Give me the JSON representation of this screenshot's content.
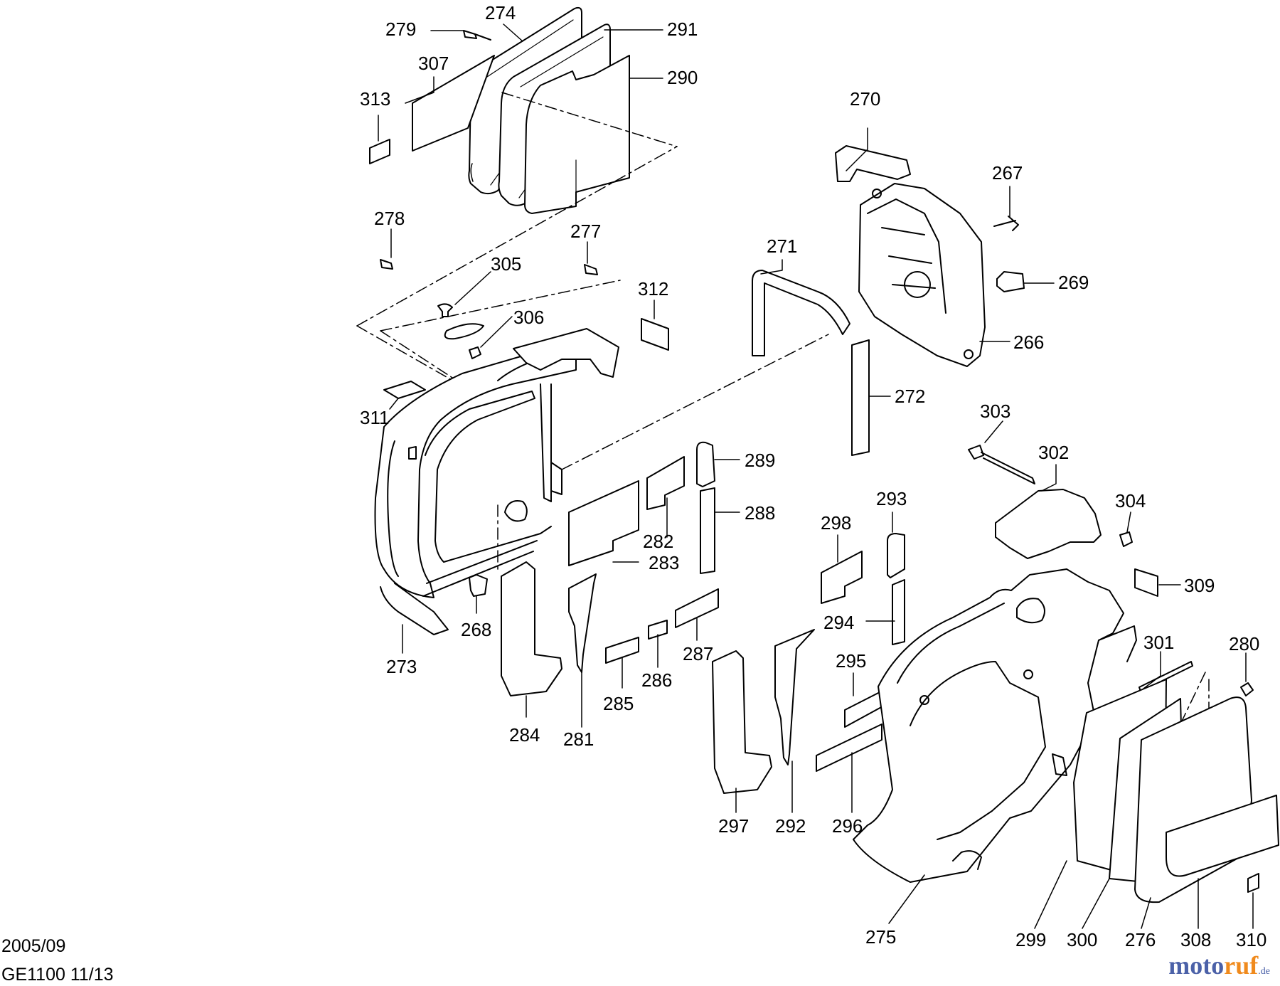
{
  "brand_colors": {
    "primary": "#4b61a8",
    "accent": "#f08a1c"
  },
  "footer": {
    "date": "2005/09",
    "model": "GE1100 11/13"
  },
  "logo": {
    "part1": "moto",
    "part2": "ruf",
    "tld": ".de"
  },
  "callouts": [
    {
      "id": "l279",
      "text": "279"
    },
    {
      "id": "l274",
      "text": "274"
    },
    {
      "id": "l291",
      "text": "291"
    },
    {
      "id": "l307",
      "text": "307"
    },
    {
      "id": "l290",
      "text": "290"
    },
    {
      "id": "l313",
      "text": "313"
    },
    {
      "id": "l270",
      "text": "270"
    },
    {
      "id": "l267",
      "text": "267"
    },
    {
      "id": "l278",
      "text": "278"
    },
    {
      "id": "l277",
      "text": "277"
    },
    {
      "id": "l305",
      "text": "305"
    },
    {
      "id": "l271",
      "text": "271"
    },
    {
      "id": "l312",
      "text": "312"
    },
    {
      "id": "l269",
      "text": "269"
    },
    {
      "id": "l306",
      "text": "306"
    },
    {
      "id": "l266",
      "text": "266"
    },
    {
      "id": "l311",
      "text": "311"
    },
    {
      "id": "l272",
      "text": "272"
    },
    {
      "id": "l303",
      "text": "303"
    },
    {
      "id": "l302",
      "text": "302"
    },
    {
      "id": "l289",
      "text": "289"
    },
    {
      "id": "l304",
      "text": "304"
    },
    {
      "id": "l293",
      "text": "293"
    },
    {
      "id": "l288",
      "text": "288"
    },
    {
      "id": "l298",
      "text": "298"
    },
    {
      "id": "l282",
      "text": "282"
    },
    {
      "id": "l283",
      "text": "283"
    },
    {
      "id": "l309",
      "text": "309"
    },
    {
      "id": "l268",
      "text": "268"
    },
    {
      "id": "l294",
      "text": "294"
    },
    {
      "id": "l301",
      "text": "301"
    },
    {
      "id": "l280",
      "text": "280"
    },
    {
      "id": "l287",
      "text": "287"
    },
    {
      "id": "l295",
      "text": "295"
    },
    {
      "id": "l273",
      "text": "273"
    },
    {
      "id": "l286",
      "text": "286"
    },
    {
      "id": "l285",
      "text": "285"
    },
    {
      "id": "l284",
      "text": "284"
    },
    {
      "id": "l281",
      "text": "281"
    },
    {
      "id": "l297",
      "text": "297"
    },
    {
      "id": "l292",
      "text": "292"
    },
    {
      "id": "l296",
      "text": "296"
    },
    {
      "id": "l275",
      "text": "275"
    },
    {
      "id": "l299",
      "text": "299"
    },
    {
      "id": "l300",
      "text": "300"
    },
    {
      "id": "l276",
      "text": "276"
    },
    {
      "id": "l308",
      "text": "308"
    },
    {
      "id": "l310",
      "text": "310"
    }
  ]
}
